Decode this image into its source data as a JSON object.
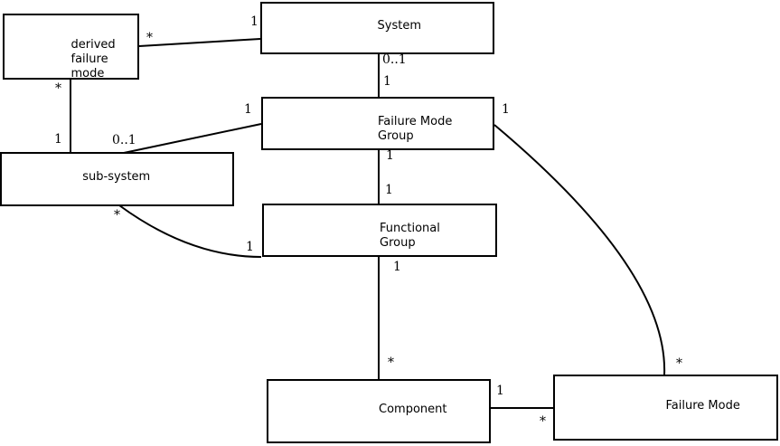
{
  "diagram": {
    "type": "uml-class-diagram",
    "colors": {
      "background": "#ffffff",
      "line": "#000000",
      "box_fill": "#ffffff",
      "text": "#000000"
    },
    "boxes": {
      "system": {
        "label": "System"
      },
      "derived_failure_mode": {
        "label": "derived\nfailure\nmode"
      },
      "failure_mode_group": {
        "label": "Failure Mode\nGroup"
      },
      "sub_system": {
        "label": "sub-system"
      },
      "functional_group": {
        "label": "Functional\nGroup"
      },
      "component": {
        "label": "Component"
      },
      "failure_mode": {
        "label": "Failure Mode"
      }
    },
    "multiplicity_labels": [
      {
        "id": "derived-system-at-system",
        "text": "1"
      },
      {
        "id": "derived-system-at-derived",
        "text": "*"
      },
      {
        "id": "system-fmgroup-at-system",
        "text": "0..1"
      },
      {
        "id": "system-fmgroup-at-fmgroup",
        "text": "1"
      },
      {
        "id": "derived-subsystem-at-derived",
        "text": "*"
      },
      {
        "id": "derived-subsystem-at-subsystem",
        "text": "1"
      },
      {
        "id": "fmgroup-subsystem-at-fmgroup",
        "text": "1"
      },
      {
        "id": "fmgroup-subsystem-at-subsystem",
        "text": "0..1"
      },
      {
        "id": "fmgroup-failuremode-at-fmgroup",
        "text": "1"
      },
      {
        "id": "fmgroup-funcgroup-at-fmgroup",
        "text": "1"
      },
      {
        "id": "fmgroup-funcgroup-at-funcgroup",
        "text": "1"
      },
      {
        "id": "subsystem-funcgroup-at-subsystem",
        "text": "*"
      },
      {
        "id": "subsystem-funcgroup-at-funcgroup",
        "text": "1"
      },
      {
        "id": "funcgroup-component-at-funcgroup",
        "text": "1"
      },
      {
        "id": "funcgroup-component-at-component",
        "text": "*"
      },
      {
        "id": "component-failuremode-at-component",
        "text": "1"
      },
      {
        "id": "component-failuremode-at-failuremode",
        "text": "*"
      },
      {
        "id": "fmgroup-failuremode-at-failuremode",
        "text": "*"
      }
    ]
  }
}
